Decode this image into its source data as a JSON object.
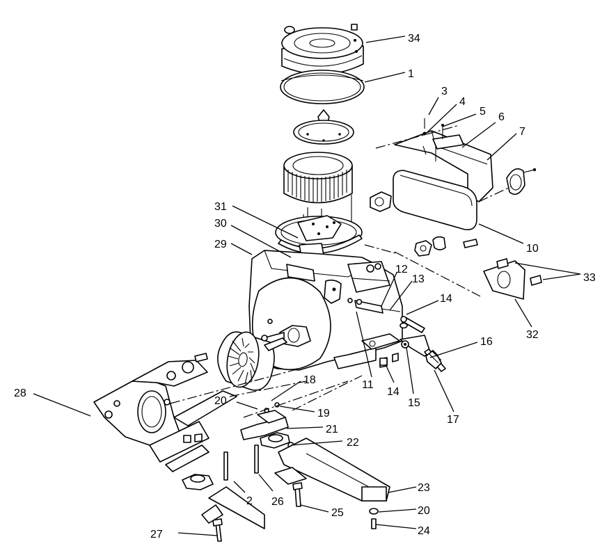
{
  "callouts": {
    "c1": "1",
    "c2": "2",
    "c3": "3",
    "c4": "4",
    "c5": "5",
    "c6": "6",
    "c7": "7",
    "c10": "10",
    "c11": "11",
    "c12": "12",
    "c13": "13",
    "c14a": "14",
    "c14b": "14",
    "c15": "15",
    "c16": "16",
    "c17": "17",
    "c18": "18",
    "c19": "19",
    "c20a": "20",
    "c20b": "20",
    "c21": "21",
    "c22": "22",
    "c23": "23",
    "c24": "24",
    "c25": "25",
    "c26": "26",
    "c27": "27",
    "c28": "28",
    "c29": "29",
    "c30": "30",
    "c31": "31",
    "c32": "32",
    "c33": "33",
    "c34": "34"
  }
}
